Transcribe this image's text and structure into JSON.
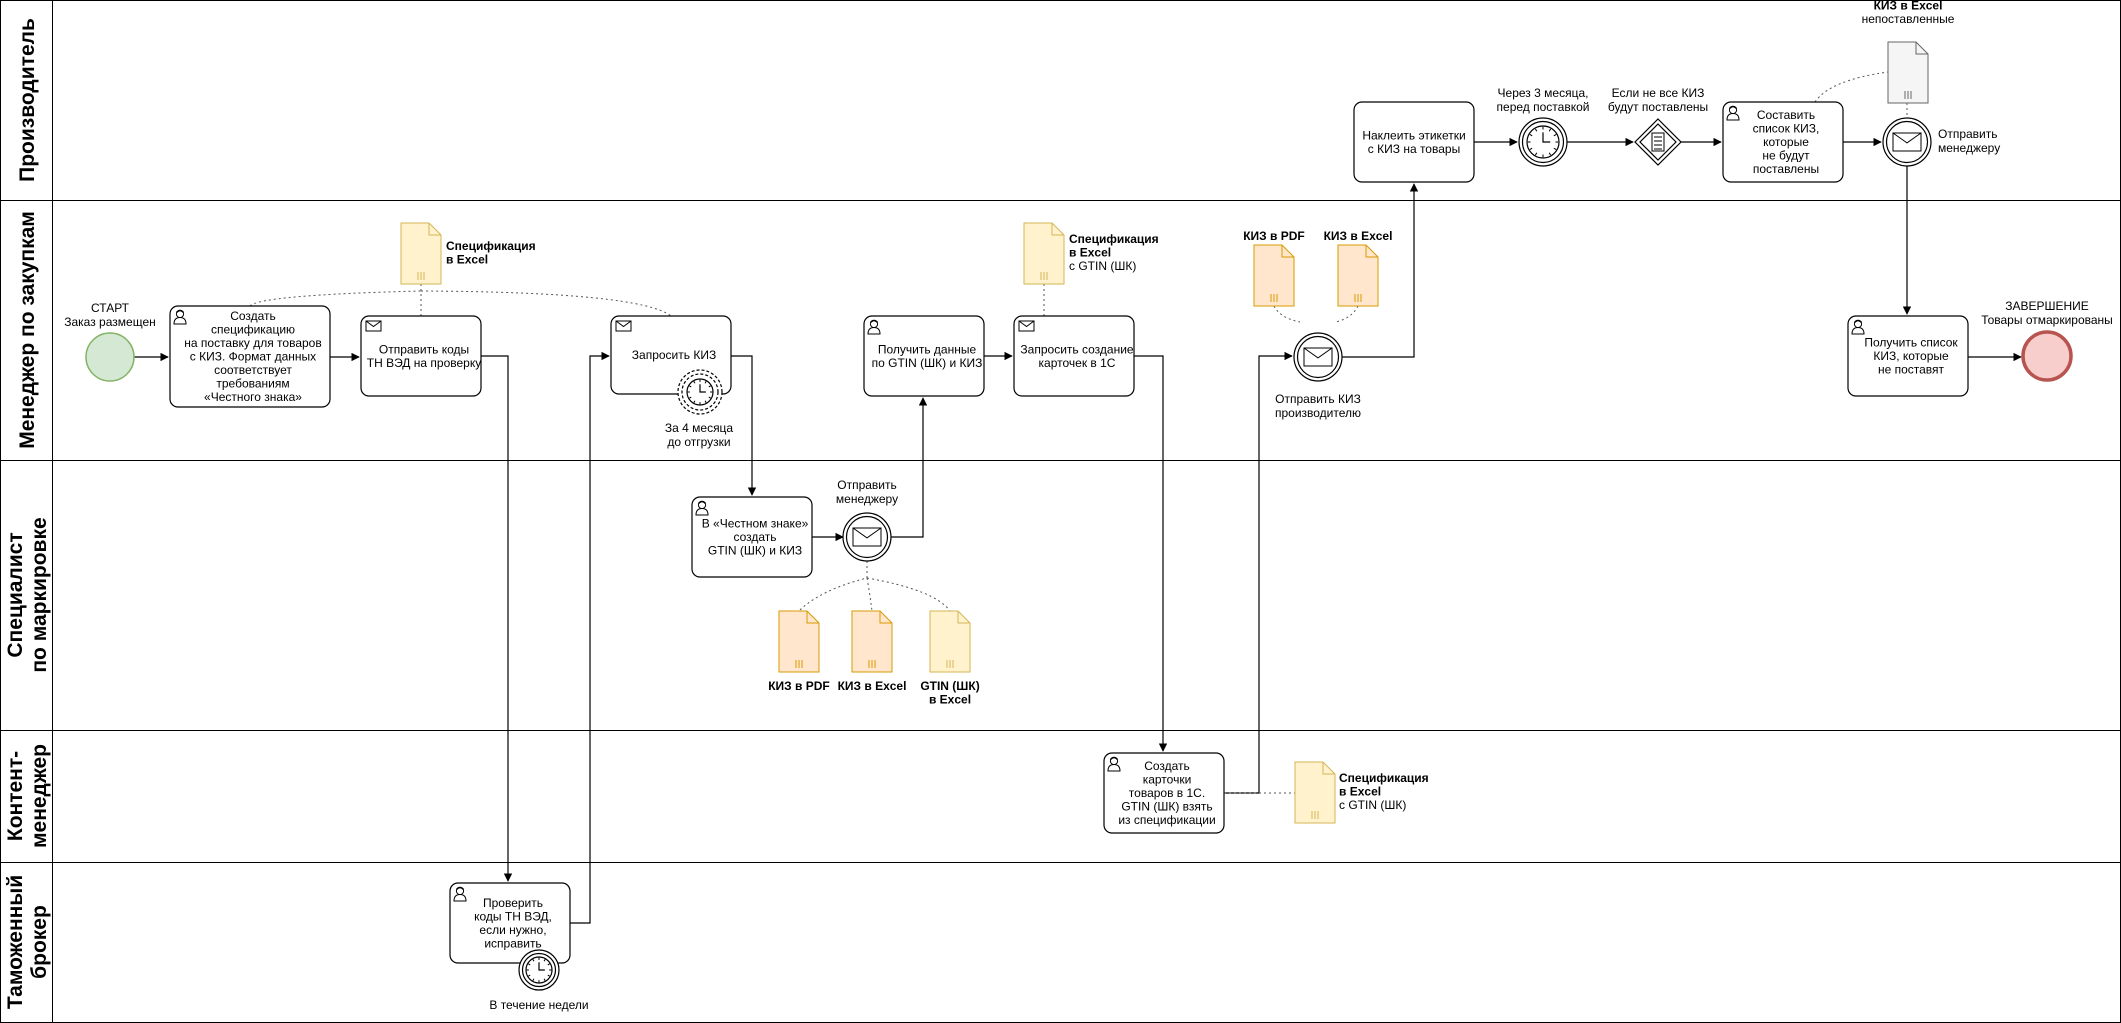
{
  "lanes": [
    {
      "label": "Производитель"
    },
    {
      "label": "Менеджер по закупкам"
    },
    {
      "label": "Специалист по маркировке"
    },
    {
      "label": "Контент-менеджер"
    },
    {
      "label": "Таможенный брокер"
    }
  ],
  "tasks": [
    {
      "id": "t_create_spec",
      "lines": [
        "Создать",
        "спецификацию",
        "на поставку для товаров",
        "с КИЗ. Формат данных",
        "соответствует",
        "требованиям",
        "«Честного знака»"
      ],
      "icon": "user"
    },
    {
      "id": "t_send_codes",
      "lines": [
        "Отправить коды",
        "ТН ВЭД на проверку"
      ],
      "icon": "envelope"
    },
    {
      "id": "t_request_kiz",
      "lines": [
        "Запросить КИЗ"
      ],
      "icon": "envelope"
    },
    {
      "id": "t_get_data",
      "lines": [
        "Получить данные",
        "по GTIN (ШК) и КИЗ"
      ],
      "icon": "user"
    },
    {
      "id": "t_request_cards",
      "lines": [
        "Запросить создание",
        "карточек в 1С"
      ],
      "icon": "envelope"
    },
    {
      "id": "t_create_gtin",
      "lines": [
        "В «Честном знаке»",
        "создать",
        "GTIN (ШК) и КИЗ"
      ],
      "icon": "user"
    },
    {
      "id": "t_create_cards",
      "lines": [
        "Создать",
        "карточки",
        "товаров в 1С.",
        "GTIN (ШК) взять",
        "из спецификации"
      ],
      "icon": "user"
    },
    {
      "id": "t_check_codes",
      "lines": [
        "Проверить",
        "коды ТН ВЭД,",
        "если нужно,",
        "исправить"
      ],
      "icon": "user"
    },
    {
      "id": "t_labels",
      "lines": [
        "Наклеить этикетки",
        "с КИЗ на товары"
      ],
      "icon": "none"
    },
    {
      "id": "t_make_list",
      "lines": [
        "Составить",
        "список КИЗ,",
        "которые",
        "не будут",
        "поставлены"
      ],
      "icon": "user"
    },
    {
      "id": "t_get_list",
      "lines": [
        "Получить список",
        "КИЗ, которые",
        "не поставят"
      ],
      "icon": "user"
    }
  ],
  "events": {
    "start": {
      "lines": [
        "СТАРТ",
        "Заказ размещен"
      ]
    },
    "end": {
      "lines": [
        "ЗАВЕРШЕНИЕ",
        "Товары отмаркированы"
      ]
    },
    "timer_4months": {
      "lines": [
        "За 4 месяца",
        "до отгрузки"
      ]
    },
    "timer_week": {
      "lines": [
        "В течение недели"
      ]
    },
    "timer_3months": {
      "lines": [
        "Через 3 месяца,",
        "перед поставкой"
      ]
    },
    "condition": {
      "lines": [
        "Если не все КИЗ",
        "будут поставлены"
      ]
    },
    "msg_send_manager_spec": {
      "lines": [
        "Отправить",
        "менеджеру"
      ]
    },
    "msg_send_kiz_producer": {
      "lines": [
        "Отправить КИЗ",
        "производителю"
      ]
    },
    "msg_send_manager_prod": {
      "lines": [
        "Отправить",
        "менеджеру"
      ]
    }
  },
  "documents": [
    {
      "id": "d_spec1",
      "lines": [
        "Спецификация",
        "в Excel"
      ],
      "bold_lines": 2,
      "style": "yellow"
    },
    {
      "id": "d_spec2",
      "lines": [
        "Спецификация",
        "в Excel",
        "с GTIN (ШК)"
      ],
      "bold_lines": 2,
      "style": "yellow"
    },
    {
      "id": "d_pdf_m",
      "lines": [
        "КИЗ в PDF"
      ],
      "bold_lines": 1,
      "style": "orange"
    },
    {
      "id": "d_excel_m",
      "lines": [
        "КИЗ в Excel"
      ],
      "bold_lines": 1,
      "style": "orange"
    },
    {
      "id": "d_pdf_s",
      "lines": [
        "КИЗ в PDF"
      ],
      "bold_lines": 1,
      "style": "orange"
    },
    {
      "id": "d_excel_s",
      "lines": [
        "КИЗ в Excel"
      ],
      "bold_lines": 1,
      "style": "orange"
    },
    {
      "id": "d_gtin_s",
      "lines": [
        "GTIN (ШК)",
        "в Excel"
      ],
      "bold_lines": 2,
      "style": "yellow"
    },
    {
      "id": "d_spec3",
      "lines": [
        "Спецификация",
        "в Excel",
        "с GTIN (ШК)"
      ],
      "bold_lines": 2,
      "style": "yellow"
    },
    {
      "id": "d_notdelivered",
      "lines": [
        "КИЗ в Excel",
        "непоставленные"
      ],
      "bold_lines": 1,
      "style": "gray"
    }
  ],
  "colors": {
    "start_fill": "#d5e8d4",
    "start_stroke": "#82b366",
    "end_fill": "#f8cecc",
    "end_stroke": "#b85450",
    "doc_yellow_fill": "#fff2cc",
    "doc_yellow_stroke": "#d6b656",
    "doc_orange_fill": "#ffe6cc",
    "doc_orange_stroke": "#d79b00",
    "doc_gray_fill": "#f5f5f5",
    "doc_gray_stroke": "#666666"
  }
}
